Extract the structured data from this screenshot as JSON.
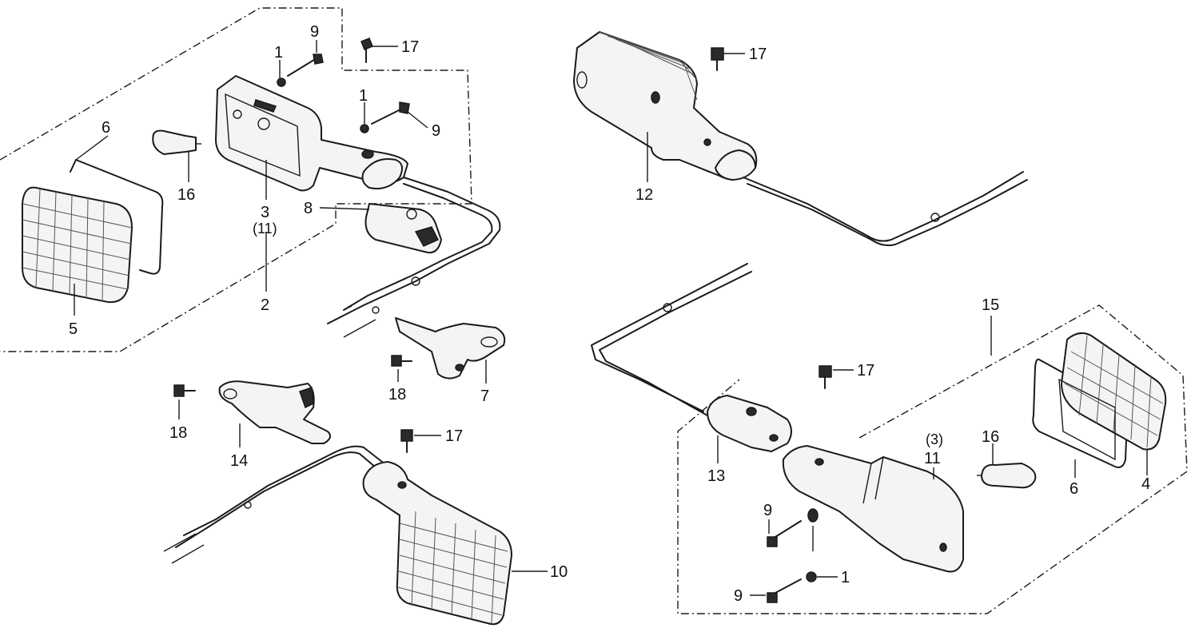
{
  "callouts": {
    "c1a": "1",
    "c9a": "9",
    "c17a": "17",
    "c1b": "1",
    "c9b": "9",
    "c6a": "6",
    "c16a": "16",
    "c3a": "3",
    "c11a": "(11)",
    "c8": "8",
    "c2": "2",
    "c5": "5",
    "c7": "7",
    "c18a": "18",
    "c18b": "18",
    "c14": "14",
    "c17b": "17",
    "c10": "10",
    "c12": "12",
    "c17c": "17",
    "c15": "15",
    "c17d": "17",
    "c13": "13",
    "c3b": "(3)",
    "c11b": "11",
    "c16b": "16",
    "c6b": "6",
    "c4": "4",
    "c9c": "9",
    "c9d": "9",
    "c1c": "1"
  },
  "icons": [
    "turn-signal-lens",
    "lens-gasket",
    "bulb",
    "signal-housing",
    "bolt",
    "washer",
    "screw",
    "stay-bracket",
    "wire-harness"
  ]
}
